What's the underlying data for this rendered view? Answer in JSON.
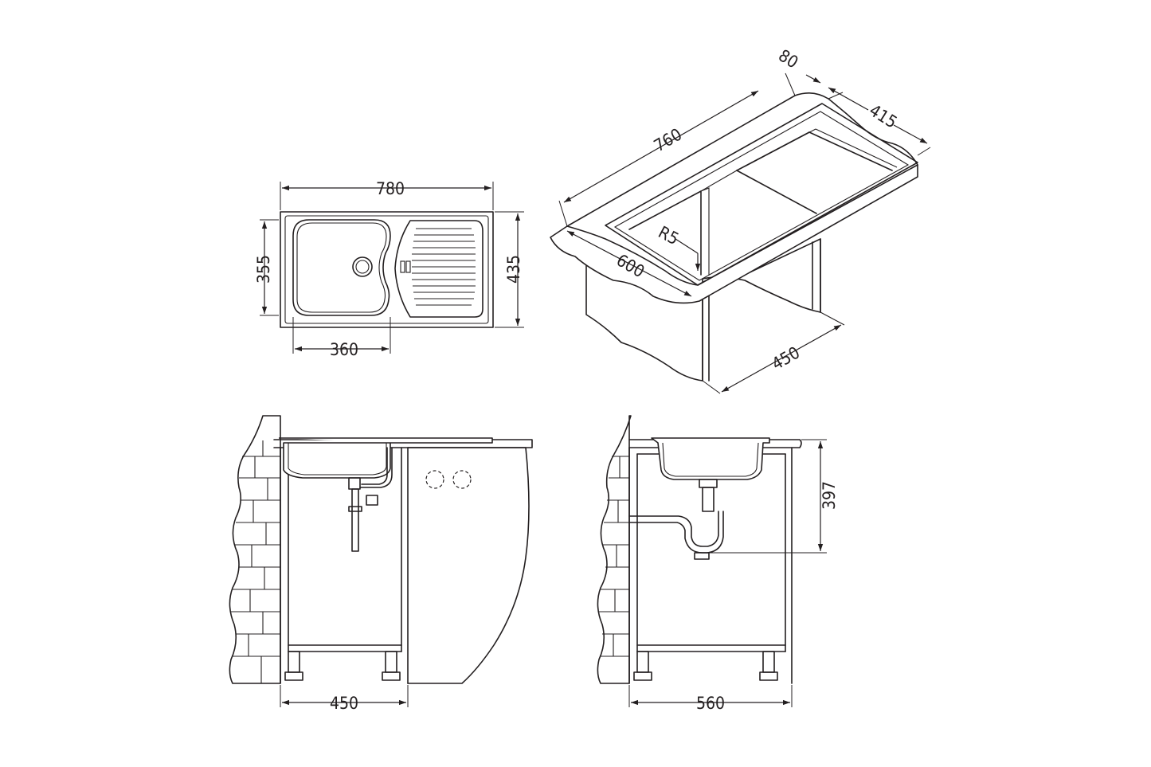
{
  "dimensions": {
    "top_width": "780",
    "top_bowl_depth": "355",
    "top_depth": "435",
    "top_bowl_width": "360",
    "iso_length": "760",
    "iso_edge": "80",
    "iso_drainer": "415",
    "iso_radius": "R5",
    "iso_depth": "600",
    "iso_cabinet": "450",
    "front_cabinet": "450",
    "side_cabinet": "560",
    "side_height": "397"
  },
  "colors": {
    "line": "#231f20",
    "background": "#ffffff"
  }
}
